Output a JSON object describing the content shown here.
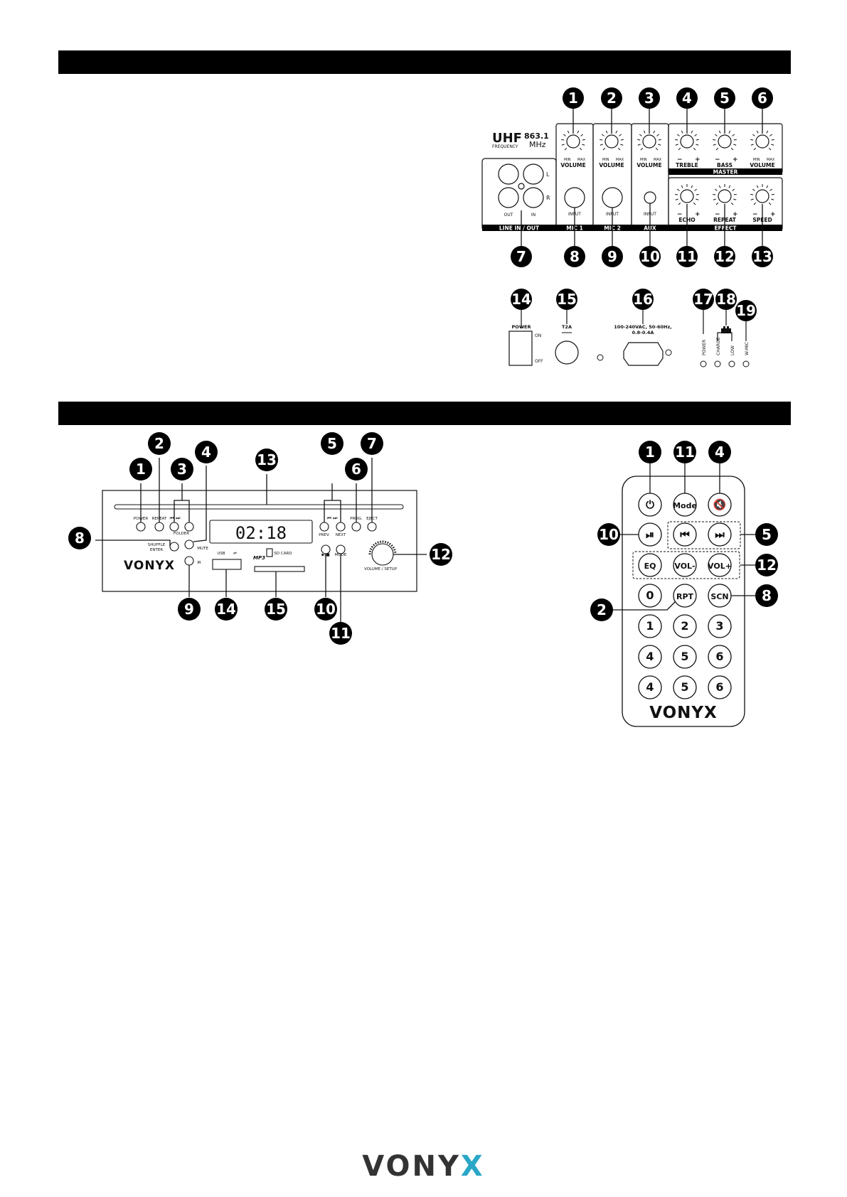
{
  "panel": {
    "uhf": "UHF",
    "frequency_value": "863.1",
    "frequency_label": "FREQUENCY",
    "mhz": "MHz",
    "min": "MIN",
    "max": "MAX",
    "minus": "−",
    "plus": "+",
    "knobs_top": [
      {
        "label": "VOLUME",
        "number": "1"
      },
      {
        "label": "VOLUME",
        "number": "2"
      },
      {
        "label": "VOLUME",
        "number": "3"
      },
      {
        "label": "TREBLE",
        "number": "4"
      },
      {
        "label": "BASS",
        "number": "5"
      },
      {
        "label": "VOLUME",
        "number": "6"
      }
    ],
    "master": "MASTER",
    "knobs_effect": [
      {
        "label": "ECHO",
        "number": "11"
      },
      {
        "label": "REPEAT",
        "number": "12"
      },
      {
        "label": "SPEED",
        "number": "13"
      }
    ],
    "effect": "EFFECT",
    "line_io": {
      "label": "LINE IN / OUT",
      "l": "L",
      "r": "R",
      "out": "OUT",
      "in": "IN",
      "number": "7"
    },
    "inputs": [
      {
        "section": "MIC 1",
        "input": "INPUT",
        "number": "8"
      },
      {
        "section": "MIC 2",
        "input": "INPUT",
        "number": "9"
      },
      {
        "section": "AUX",
        "input": "INPUT",
        "number": "10"
      }
    ],
    "power_switch": {
      "label": "POWER",
      "on": "ON",
      "off": "OFF",
      "number": "14"
    },
    "fuse": {
      "label": "T2A",
      "number": "15"
    },
    "mains": {
      "line1": "100-240VAC, 50-60Hz,",
      "line2": "0.8-0.4A",
      "number": "16"
    },
    "leds": [
      {
        "label": "POWER",
        "number": "17"
      },
      {
        "label": "CHARGE",
        "number": "18"
      },
      {
        "label": "LOW",
        "number": ""
      },
      {
        "label": "W-MIC",
        "number": "19"
      }
    ]
  },
  "player": {
    "display": "02:18",
    "brand": "VONYX",
    "power": "POWER",
    "repeat": "REPEAT",
    "folder": "FOLDER",
    "shuffle": "SHUFFLE",
    "enter": "ENTER",
    "mute": "MUTE",
    "ir": "IR",
    "prev": "PREV.",
    "next": "NEXT",
    "prog": "PROG.",
    "eject": "EJECT",
    "usb": "USB",
    "sd_card": "SD CARD",
    "mode": "MODE",
    "volume_setup": "VOLUME / SETUP",
    "callouts": [
      "1",
      "2",
      "3",
      "4",
      "5",
      "6",
      "7",
      "8",
      "9",
      "10",
      "11",
      "12",
      "13",
      "14",
      "15"
    ]
  },
  "remote": {
    "mode": "Mode",
    "eq": "EQ",
    "vol_minus": "VOL-",
    "vol_plus": "VOL+",
    "zero": "0",
    "rpt": "RPT",
    "scn": "SCN",
    "digits": [
      "1",
      "2",
      "3",
      "4",
      "5",
      "6",
      "4",
      "5",
      "6"
    ],
    "brand": "VONYX",
    "callouts": [
      "1",
      "11",
      "4",
      "10",
      "5",
      "12",
      "2",
      "8"
    ]
  },
  "footer": {
    "brand_main": "VONY",
    "brand_x": "X"
  }
}
